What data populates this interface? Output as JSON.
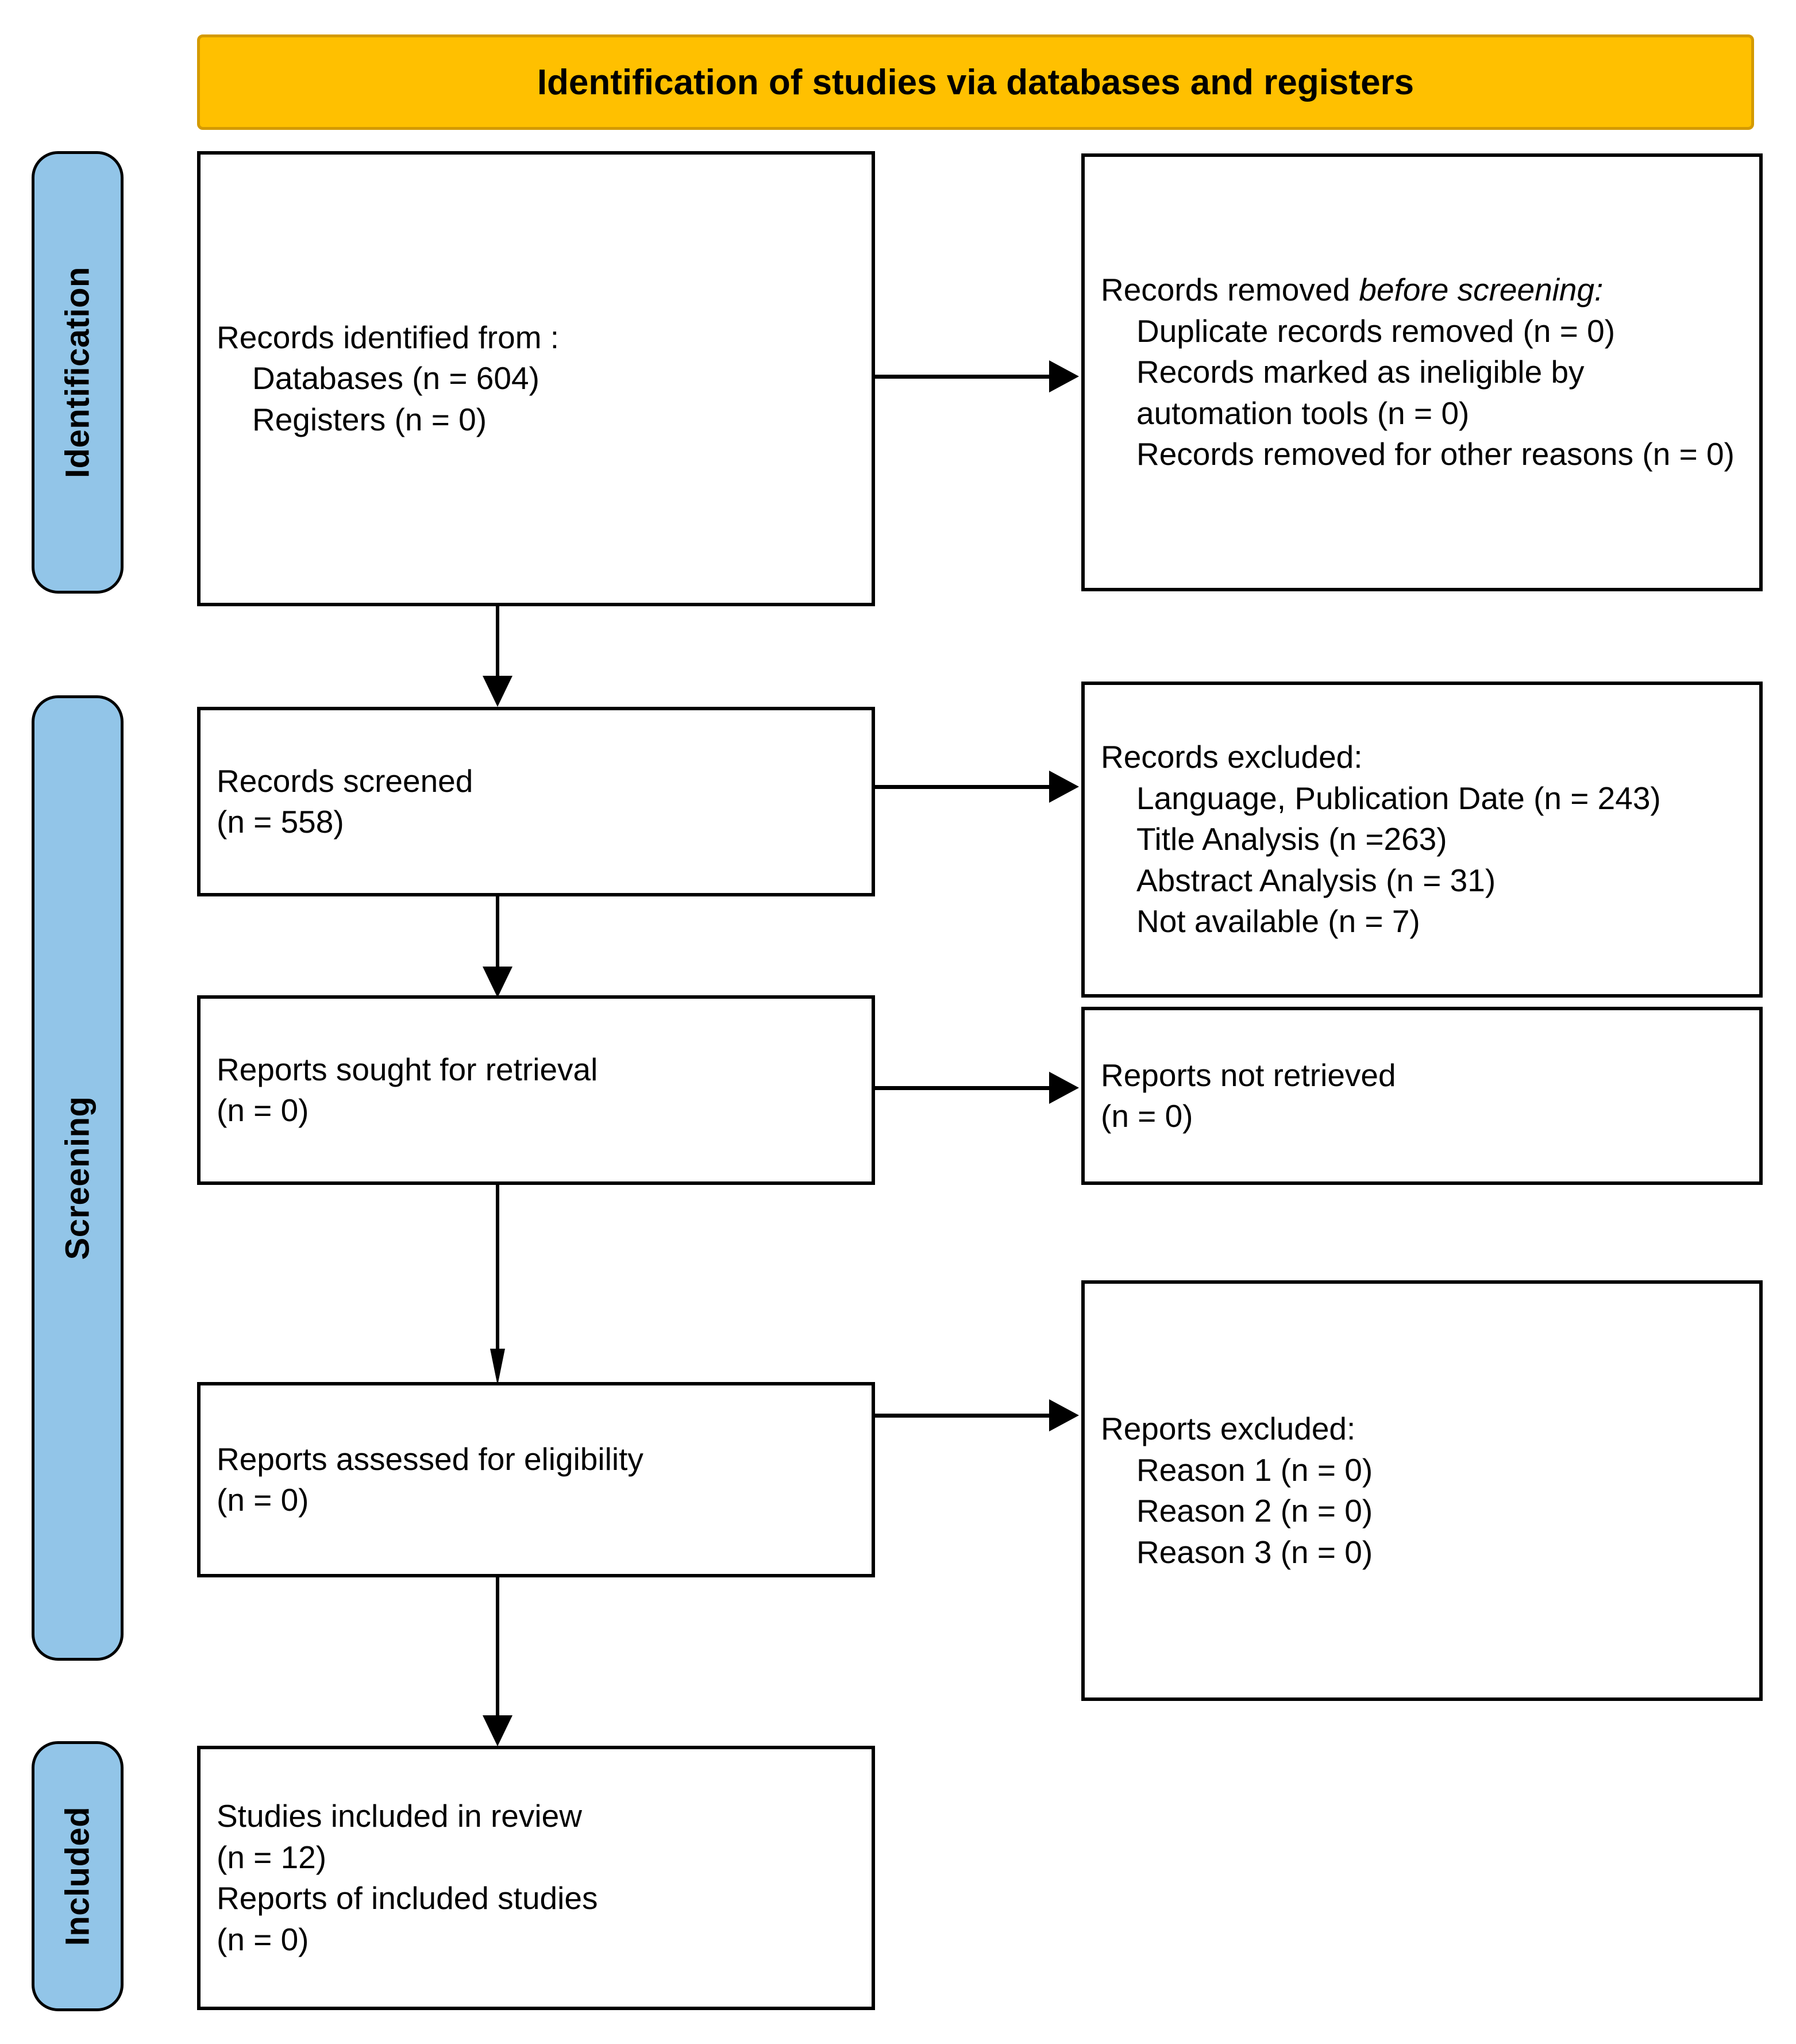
{
  "title_banner": {
    "text": "Identification of studies via databases and registers",
    "fill_color": "#FFC000",
    "border_color": "#D49A00"
  },
  "stage_bars": {
    "fill_color": "#92C5E8",
    "items": [
      {
        "label": "Identification"
      },
      {
        "label": "Screening"
      },
      {
        "label": "Included"
      }
    ]
  },
  "boxes": {
    "records_identified": {
      "lines": [
        "Records identified from :",
        "Databases (n = 604)",
        "Registers (n = 0)"
      ]
    },
    "records_removed": {
      "head": "Records removed ",
      "head_italic": "before screening",
      "head_tail": ":",
      "lines": [
        "Duplicate records removed (n = 0)",
        "Records marked as ineligible by automation tools (n = 0)",
        "Records removed for other reasons (n = 0)"
      ]
    },
    "records_screened": {
      "lines": [
        "Records screened",
        "(n = 558)"
      ]
    },
    "records_excluded": {
      "head": "Records excluded:",
      "lines": [
        "Language, Publication Date (n = 243)",
        "Title Analysis (n =263)",
        "Abstract Analysis (n = 31)",
        "Not available (n = 7)"
      ]
    },
    "reports_sought": {
      "lines": [
        "Reports sought for retrieval",
        "(n = 0)"
      ]
    },
    "reports_not_retrieved": {
      "lines": [
        "Reports not retrieved",
        "(n = 0)"
      ]
    },
    "reports_assessed": {
      "lines": [
        "Reports assessed for eligibility",
        "(n = 0)"
      ]
    },
    "reports_excluded": {
      "head": "Reports excluded:",
      "lines": [
        "Reason 1 (n = 0)",
        "Reason 2 (n = 0)",
        "Reason 3 (n = 0)"
      ]
    },
    "studies_included": {
      "lines": [
        "Studies included in review",
        "(n = 12)",
        "Reports of included studies",
        "(n = 0)"
      ]
    }
  },
  "chart_data": {
    "type": "diagram",
    "title": "Identification of studies via databases and registers",
    "nodes": [
      {
        "id": "records_identified",
        "stage": "Identification",
        "label": "Records identified from :",
        "values": {
          "Databases": 604,
          "Registers": 0
        }
      },
      {
        "id": "records_removed",
        "stage": "Identification",
        "label": "Records removed before screening:",
        "values": {
          "Duplicate records removed": 0,
          "Records marked as ineligible by automation tools": 0,
          "Records removed for other reasons": 0
        }
      },
      {
        "id": "records_screened",
        "stage": "Screening",
        "label": "Records screened",
        "values": {
          "n": 558
        }
      },
      {
        "id": "records_excluded",
        "stage": "Screening",
        "label": "Records excluded:",
        "values": {
          "Language, Publication Date": 243,
          "Title Analysis": 263,
          "Abstract Analysis": 31,
          "Not available": 7
        }
      },
      {
        "id": "reports_sought",
        "stage": "Screening",
        "label": "Reports sought for retrieval",
        "values": {
          "n": 0
        }
      },
      {
        "id": "reports_not_retrieved",
        "stage": "Screening",
        "label": "Reports not retrieved",
        "values": {
          "n": 0
        }
      },
      {
        "id": "reports_assessed",
        "stage": "Screening",
        "label": "Reports assessed for eligibility",
        "values": {
          "n": 0
        }
      },
      {
        "id": "reports_excluded",
        "stage": "Screening",
        "label": "Reports excluded:",
        "values": {
          "Reason 1": 0,
          "Reason 2": 0,
          "Reason 3": 0
        }
      },
      {
        "id": "studies_included",
        "stage": "Included",
        "label": "Studies included in review",
        "values": {
          "Studies included in review": 12,
          "Reports of included studies": 0
        }
      }
    ],
    "edges": [
      {
        "from": "records_identified",
        "to": "records_removed",
        "dir": "right"
      },
      {
        "from": "records_identified",
        "to": "records_screened",
        "dir": "down"
      },
      {
        "from": "records_screened",
        "to": "records_excluded",
        "dir": "right"
      },
      {
        "from": "records_screened",
        "to": "reports_sought",
        "dir": "down"
      },
      {
        "from": "reports_sought",
        "to": "reports_not_retrieved",
        "dir": "right"
      },
      {
        "from": "reports_sought",
        "to": "reports_assessed",
        "dir": "down"
      },
      {
        "from": "reports_assessed",
        "to": "reports_excluded",
        "dir": "right"
      },
      {
        "from": "reports_assessed",
        "to": "studies_included",
        "dir": "down"
      }
    ]
  }
}
